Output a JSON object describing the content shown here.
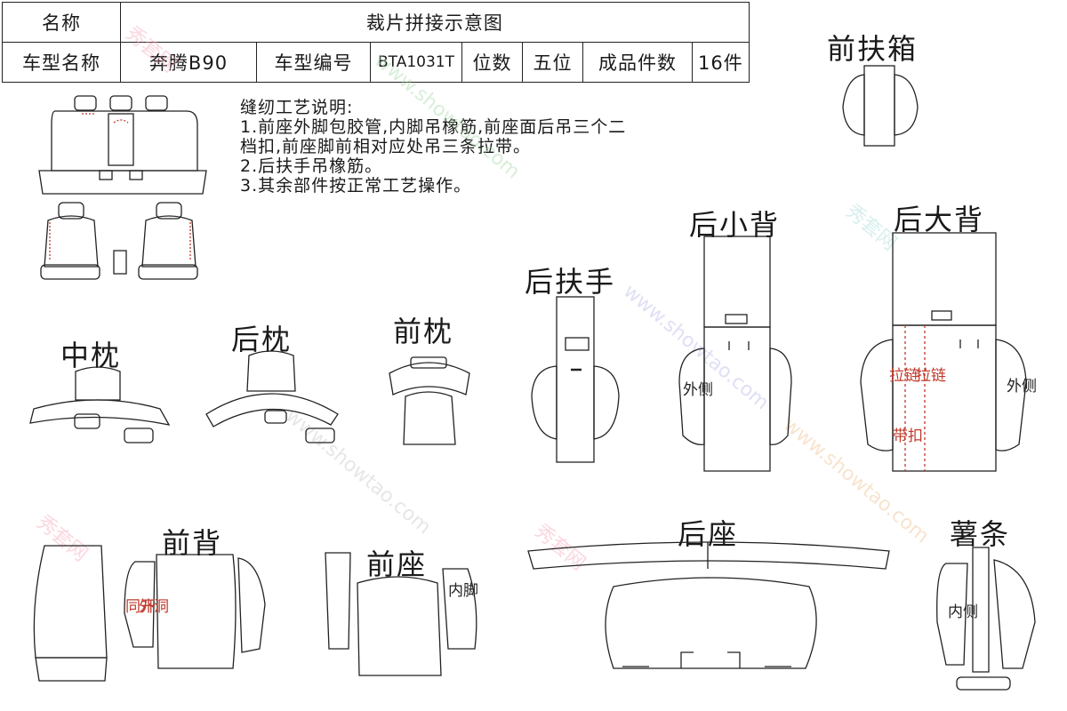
{
  "header": {
    "row1": {
      "label": "名称",
      "value": "裁片拼接示意图"
    },
    "row2": {
      "model_name_label": "车型名称",
      "model_name": "奔腾B90",
      "model_code_label": "车型编号",
      "model_code": "BTA1031T",
      "seats_label": "位数",
      "seats": "五位",
      "count_label": "成品件数",
      "count": "16件"
    }
  },
  "notes": {
    "title": "缝纫工艺说明:",
    "line1a": "1.前座外脚包胶管,内脚吊橡筋,前座面后吊三个二",
    "line1b": "档扣,前座脚前相对应处吊三条拉带。",
    "line2": "2.后扶手吊橡筋。",
    "line3": "3.其余部件按正常工艺操作。"
  },
  "pieces": {
    "front_armrest_box": "前扶箱",
    "rear_small_back": "后小背",
    "rear_large_back": "后大背",
    "rear_armrest": "后扶手",
    "middle_pillow": "中枕",
    "rear_pillow": "后枕",
    "front_pillow": "前枕",
    "front_back": "前背",
    "front_seat": "前座",
    "rear_seat": "后座",
    "strip": "薯条"
  },
  "labels": {
    "outer_side": "外侧",
    "inner_side": "内侧",
    "inner_leg": "内脚",
    "zipper": "拉链",
    "buckle": "带扣",
    "outer_hole_a": "外洞",
    "outer_hole_b": "同开"
  },
  "watermark": {
    "cn": "秀套网",
    "en": "www.showtao.com"
  }
}
